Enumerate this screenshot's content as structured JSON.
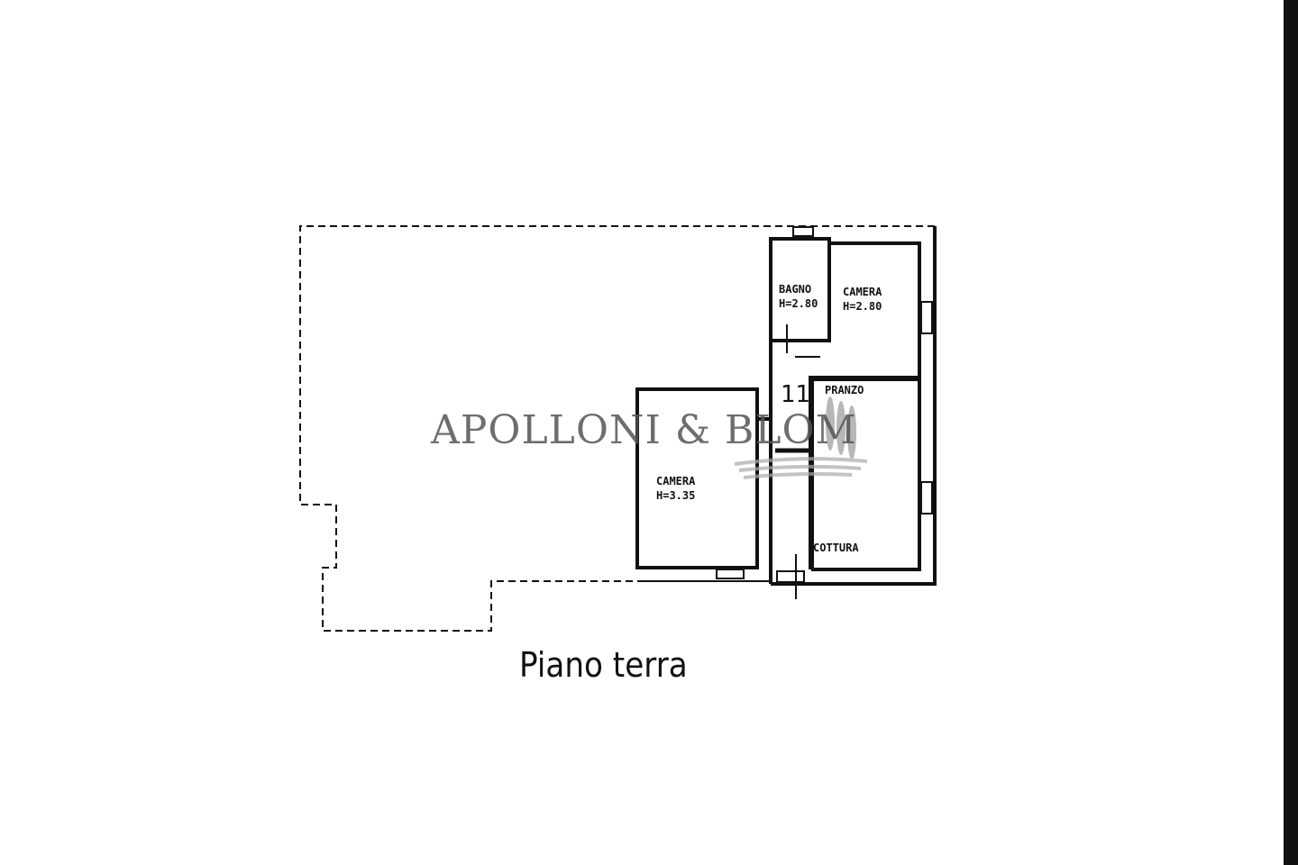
{
  "plan": {
    "title": "Piano terra",
    "rooms": [
      {
        "name": "BAGNO",
        "height": "H=2.80"
      },
      {
        "name": "CAMERA",
        "height": "H=2.80"
      },
      {
        "name": "PRANZO"
      },
      {
        "name": "CAMERA",
        "height": "H=3.35"
      },
      {
        "name": "COTTURA"
      }
    ],
    "stair_mark": "11"
  },
  "watermark": {
    "text": "APOLLONI & BLOM",
    "color": "#555555"
  }
}
